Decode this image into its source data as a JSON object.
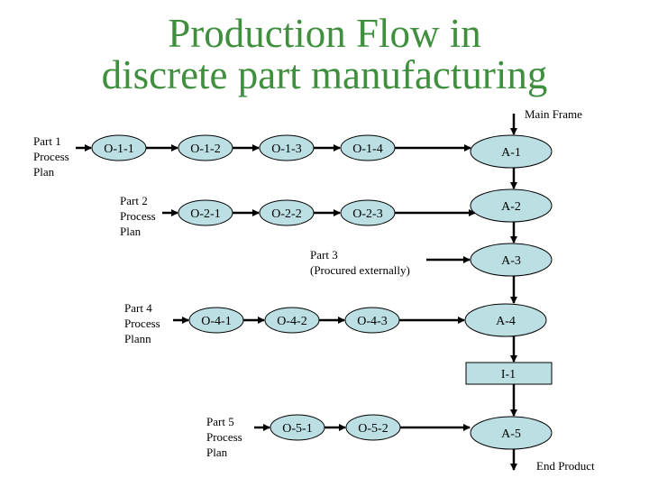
{
  "title": {
    "line1": "Production Flow in",
    "line2": "discrete part manufacturing"
  },
  "colors": {
    "title": "#3f8f3f",
    "node_fill": "#bcdfe3",
    "stroke": "#000000"
  },
  "labels": {
    "main_frame": "Main Frame",
    "end_product": "End Product",
    "part1": [
      "Part 1",
      "Process",
      "Plan"
    ],
    "part2": [
      "Part 2",
      "Process",
      "Plan"
    ],
    "part3": [
      "Part 3",
      "(Procured externally)"
    ],
    "part4": [
      "Part 4",
      "Process",
      "Plann"
    ],
    "part5": [
      "Part 5",
      "Process",
      "Plan"
    ]
  },
  "nodes": {
    "o11": "O-1-1",
    "o12": "O-1-2",
    "o13": "O-1-3",
    "o14": "O-1-4",
    "o21": "O-2-1",
    "o22": "O-2-2",
    "o23": "O-2-3",
    "o41": "O-4-1",
    "o42": "O-4-2",
    "o43": "O-4-3",
    "o51": "O-5-1",
    "o52": "O-5-2",
    "a1": "A-1",
    "a2": "A-2",
    "a3": "A-3",
    "a4": "A-4",
    "a5": "A-5",
    "i1": "I-1"
  }
}
